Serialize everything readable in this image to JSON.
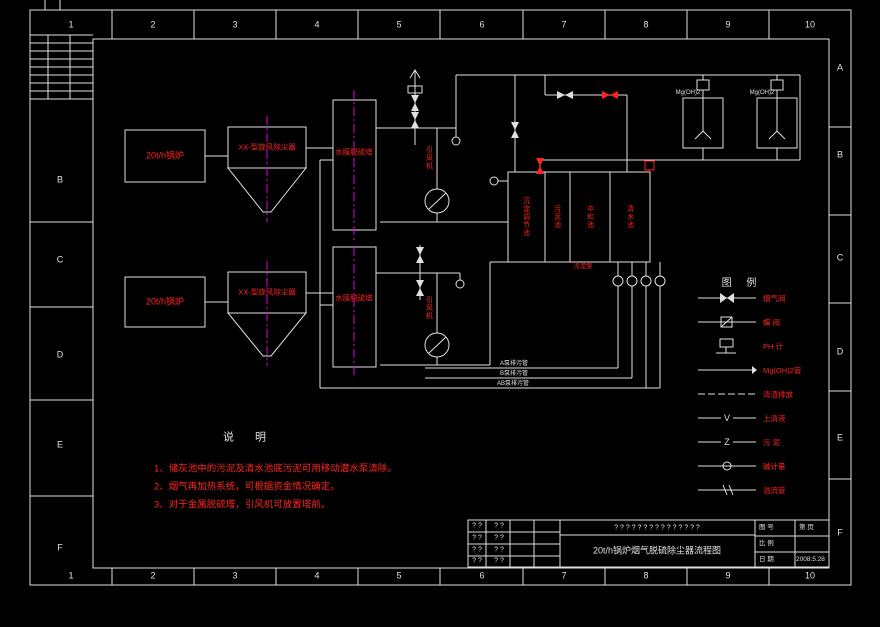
{
  "colors": {
    "background": "#000000",
    "line": "#e0e0e0",
    "red": "#ff2222",
    "magenta": "#e000e0"
  },
  "frame": {
    "ruler_top": [
      "1",
      "2",
      "3",
      "4",
      "5",
      "6",
      "7",
      "8",
      "9",
      "10"
    ],
    "ruler_bottom": [
      "1",
      "2",
      "3",
      "4",
      "5",
      "6",
      "7",
      "8",
      "9",
      "10"
    ],
    "rows_left": [
      "B",
      "C",
      "D",
      "E",
      "F"
    ],
    "rows_right": [
      "A",
      "B",
      "C",
      "D",
      "E",
      "F"
    ]
  },
  "equipment": {
    "boiler1": "20t/h锅炉",
    "boiler2": "20t/h锅炉",
    "cyclone1": "XX-型旋风除尘器",
    "cyclone2": "XX-型旋风除尘器",
    "tower1": "水膜脱硫塔",
    "tower2": "水膜脱硫塔",
    "fan1": "引风机",
    "fan2": "引风机",
    "tanks": [
      "沉淀调节池",
      "污泥池",
      "中和池",
      "清水池"
    ],
    "sludge_pump": "污泥泵",
    "mixer1": "Mg(OH)2",
    "mixer2": "Mg(OH)2",
    "pipes": [
      "A泵排污管",
      "B泵排污管",
      "AB泵排污管"
    ]
  },
  "legend": {
    "title": "图 例",
    "items": [
      {
        "label": "烟气阀"
      },
      {
        "label": "蝶 阀"
      },
      {
        "label": "PH 计"
      },
      {
        "label": "Mg(OH)2管"
      },
      {
        "label": "清渣排放"
      },
      {
        "label": "上清液",
        "mark": "V"
      },
      {
        "label": "污 泥",
        "mark": "Z"
      },
      {
        "label": "碱计量"
      },
      {
        "label": "溢流管"
      }
    ]
  },
  "notes": {
    "title": "说 明",
    "lines": [
      "1、储灰池中的污泥及清水池底污泥可用移动潜水泵清除。",
      "2、烟气再加热系统，可根据资金情况确定。",
      "3、对于金属脱硫塔，引风机可放置塔前。"
    ]
  },
  "titleblock": {
    "q": "? ?",
    "q_row": "? ? ? ? ? ? ? ? ? ? ? ? ? ? ?",
    "title": "20t/h锅炉烟气脱硫除尘器流程图",
    "fields": {
      "no": "图 号",
      "page": "第 页",
      "scale": "比 例",
      "date": "日 期",
      "date_value": "2008.5.28"
    }
  }
}
